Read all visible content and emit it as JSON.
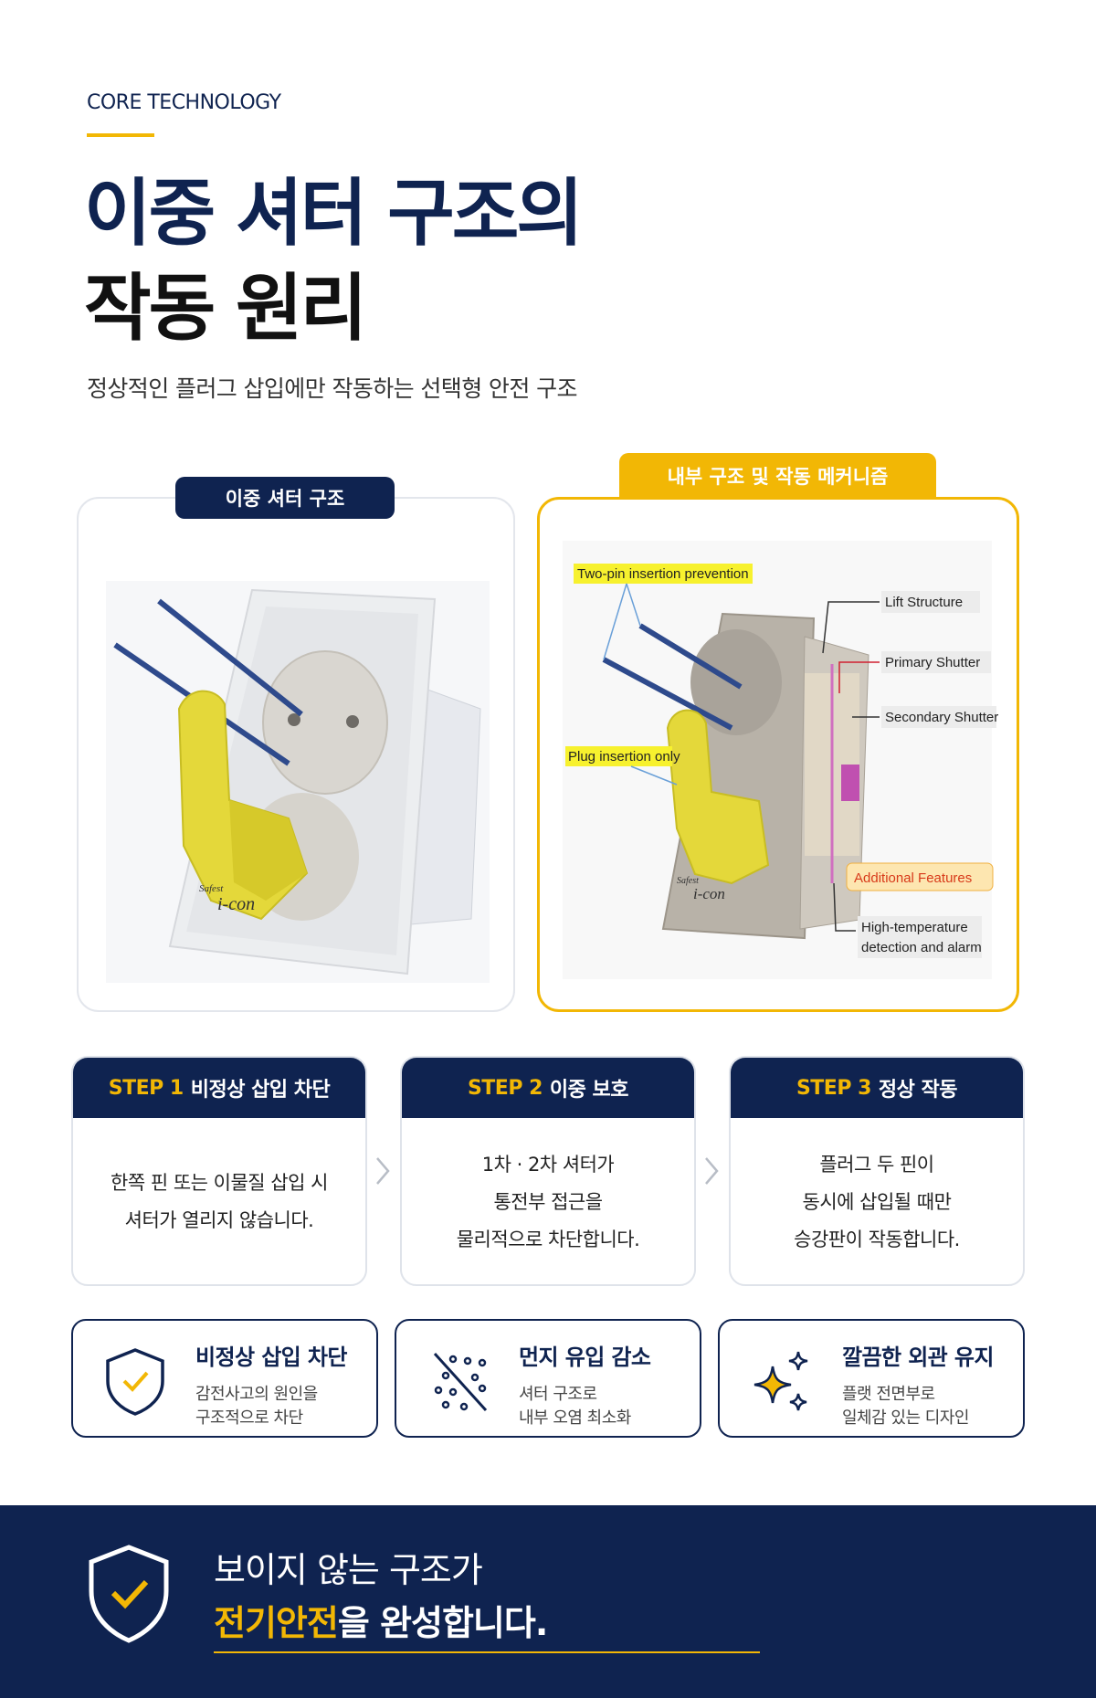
{
  "header": {
    "eyebrow": "CORE TECHNOLOGY",
    "headline_line1": "이중 셔터 구조의",
    "headline_line2": "작동 원리",
    "subtitle": "정상적인 플러그 삽입에만 작동하는 선택형 안전 구조"
  },
  "panels": {
    "left_tag": "이중 셔터 구조",
    "right_tag": "내부 구조 및 작동 메커니즘",
    "brand_small": "Safest",
    "brand_logo": "i-con",
    "callouts": {
      "two_pin": "Two-pin insertion prevention",
      "plug_only": "Plug insertion only",
      "lift": "Lift Structure",
      "primary": "Primary Shutter",
      "secondary": "Secondary Shutter",
      "additional": "Additional Features",
      "high_temp_1": "High-temperature",
      "high_temp_2": "detection and alarm"
    }
  },
  "steps": [
    {
      "num": "STEP 1",
      "title": "비정상 삽입 차단",
      "lines": [
        "한쪽 핀 또는 이물질 삽입 시",
        "셔터가 열리지 않습니다."
      ]
    },
    {
      "num": "STEP 2",
      "title": "이중 보호",
      "lines": [
        "1차 · 2차 셔터가",
        "통전부 접근을",
        "물리적으로 차단합니다."
      ]
    },
    {
      "num": "STEP 3",
      "title": "정상 작동",
      "lines": [
        "플러그 두 핀이",
        "동시에 삽입될 때만",
        "승강판이 작동합니다."
      ]
    }
  ],
  "features": [
    {
      "icon": "shield-check-icon",
      "title": "비정상 삽입 차단",
      "desc1": "감전사고의 원인을",
      "desc2": "구조적으로 차단"
    },
    {
      "icon": "dust-slash-icon",
      "title": "먼지 유입 감소",
      "desc1": "셔터 구조로",
      "desc2": "내부 오염 최소화"
    },
    {
      "icon": "sparkle-icon",
      "title": "깔끔한 외관 유지",
      "desc1": "플랫 전면부로",
      "desc2": "일체감 있는 디자인"
    }
  ],
  "banner": {
    "line1": "보이지 않는 구조가",
    "line2_highlight": "전기안전",
    "line2_rest": "을 완성합니다."
  },
  "colors": {
    "navy": "#0f2350",
    "accent": "#f2b705"
  }
}
